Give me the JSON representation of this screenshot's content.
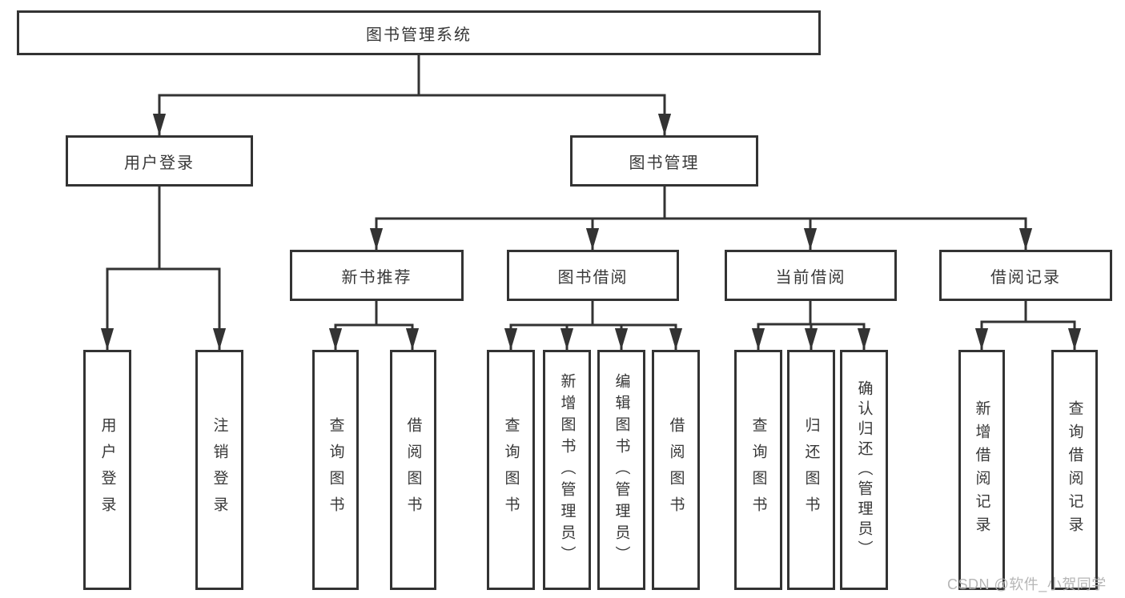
{
  "diagram": {
    "root": "图书管理系统",
    "branches": [
      {
        "label": "用户登录",
        "children": [
          "用户登录",
          "注销登录"
        ]
      },
      {
        "label": "图书管理",
        "groups": [
          {
            "label": "新书推荐",
            "children": [
              "查询图书",
              "借阅图书"
            ]
          },
          {
            "label": "图书借阅",
            "children": [
              "查询图书",
              "新增图书（管理员）",
              "编辑图书（管理员）",
              "借阅图书"
            ]
          },
          {
            "label": "当前借阅",
            "children": [
              "查询图书",
              "归还图书",
              "确认归还（管理员）"
            ]
          },
          {
            "label": "借阅记录",
            "children": [
              "新增借阅记录",
              "查询借阅记录"
            ]
          }
        ]
      }
    ]
  },
  "watermark": "CSDN @软件_小贺同学",
  "colors": {
    "line": "#333333",
    "box_border": "#333333",
    "text": "#383838",
    "watermark": "#b2b2b2",
    "background": "#ffffff"
  }
}
